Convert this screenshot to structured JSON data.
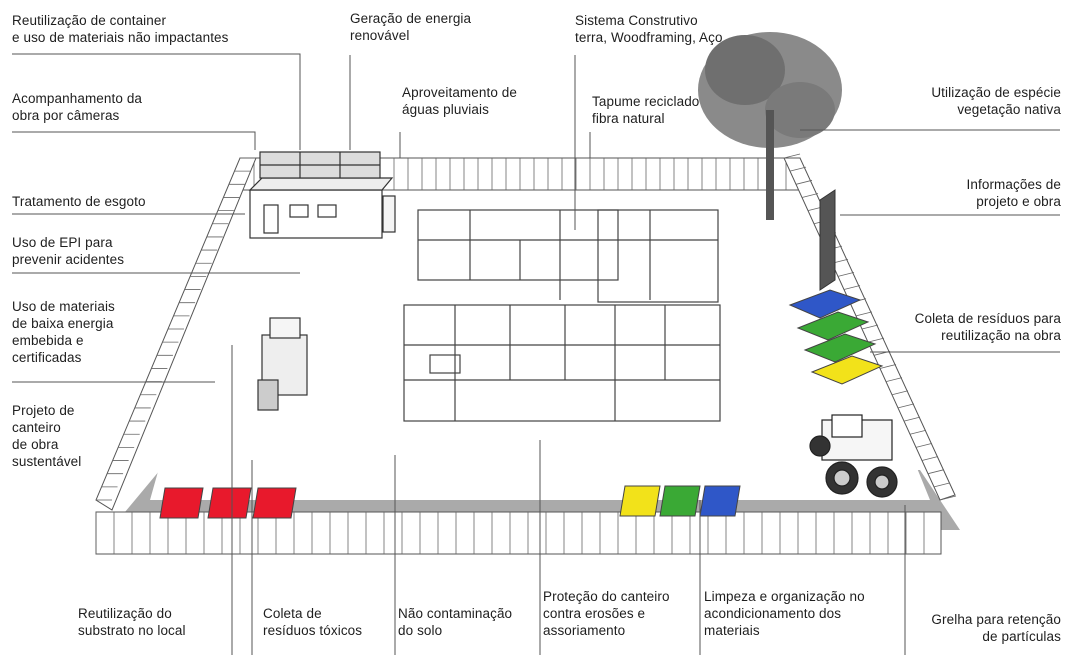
{
  "labels": {
    "container": [
      "Reutilização de container",
      "e uso de materiais não impactantes"
    ],
    "energia": [
      "Geração de energia",
      "renovável"
    ],
    "sistema": [
      "Sistema Construtivo",
      "terra, Woodframing, Aço"
    ],
    "cameras": [
      "Acompanhamento da",
      "obra por câmeras"
    ],
    "aguas": [
      "Aproveitamento de",
      "águas pluviais"
    ],
    "tapume": [
      "Tapume reciclado",
      "fibra natural"
    ],
    "especie": [
      "Utilização de espécie",
      "vegetação nativa"
    ],
    "esgoto": [
      "Tratamento de esgoto"
    ],
    "informacoes": [
      "Informações de",
      "projeto e obra"
    ],
    "epi": [
      "Uso de EPI para",
      "prevenir acidentes"
    ],
    "materiais": [
      "Uso de materiais",
      "de baixa energia",
      "embebida e",
      "certificadas"
    ],
    "coleta_reuso": [
      "Coleta de resíduos para",
      "reutilização na obra"
    ],
    "projeto": [
      "Projeto de",
      "canteiro",
      "de obra",
      "sustentável"
    ],
    "substrato": [
      "Reutilização do",
      "substrato no local"
    ],
    "toxicos": [
      "Coleta de",
      "resíduos tóxicos"
    ],
    "solo": [
      "Não contaminação",
      "do solo"
    ],
    "protecao": [
      "Proteção do canteiro",
      "contra erosões e",
      "assoriamento"
    ],
    "limpeza": [
      "Limpeza e organização no",
      "acondicionamento dos",
      "materiais"
    ],
    "grelha": [
      "Grelha para retenção",
      "de partículas"
    ]
  },
  "colors": {
    "red_bin": "#e8192c",
    "yellow_bin": "#f2e21a",
    "green_bin": "#3aa935",
    "blue_bin": "#2f57c8",
    "ground": "#9a9a9a",
    "line": "#555555"
  }
}
